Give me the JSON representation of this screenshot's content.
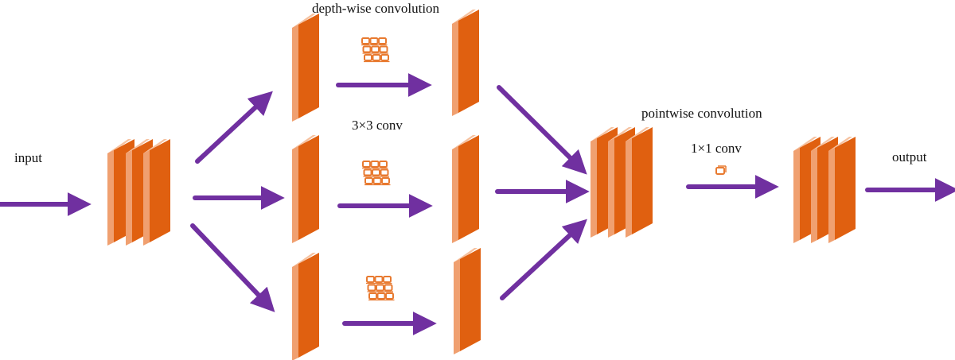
{
  "labels": {
    "input": "input",
    "depthwise": "depth-wise convolution",
    "conv3x3": "3×3 conv",
    "pointwise": "pointwise convolution",
    "conv1x1": "1×1 conv",
    "output": "output"
  },
  "colors": {
    "arrow": "#7030A0",
    "map_front": "#E06010",
    "map_side": "#F0A070",
    "map_top": "#F6C2A0",
    "kernel_stroke": "#E87A30",
    "text": "#111111"
  },
  "icons": {
    "arrow": "arrow-icon",
    "feature_map": "feature-map-icon",
    "kernel": "kernel-grid-icon"
  }
}
